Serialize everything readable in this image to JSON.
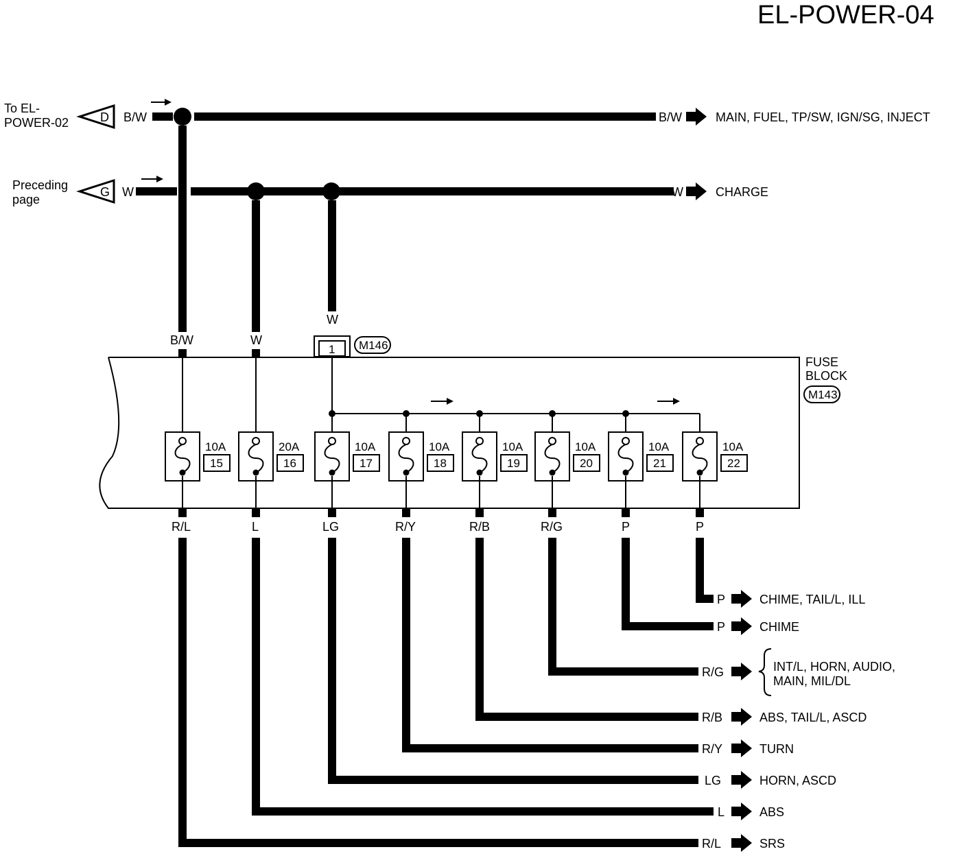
{
  "page_id": "EL-POWER-04",
  "inputs": [
    {
      "source_text_1": "To EL-",
      "source_text_2": "POWER-02",
      "connector": "D",
      "wire": "B/W"
    },
    {
      "source_text_1": "Preceding",
      "source_text_2": "page",
      "connector": "G",
      "wire": "W"
    }
  ],
  "top_outputs": [
    {
      "wire": "B/W",
      "dest": "MAIN, FUEL, TP/SW, IGN/SG, INJECT"
    },
    {
      "wire": "W",
      "dest": "CHARGE"
    }
  ],
  "fuse_block": {
    "label_1": "FUSE",
    "label_2": "BLOCK",
    "connector": "M143",
    "in_wires": [
      "B/W",
      "W"
    ],
    "splice": {
      "wire": "W",
      "pin": "1",
      "connector": "M146"
    }
  },
  "fuses": [
    {
      "amp": "10A",
      "num": "15",
      "out_wire": "R/L"
    },
    {
      "amp": "20A",
      "num": "16",
      "out_wire": "L"
    },
    {
      "amp": "10A",
      "num": "17",
      "out_wire": "LG"
    },
    {
      "amp": "10A",
      "num": "18",
      "out_wire": "R/Y"
    },
    {
      "amp": "10A",
      "num": "19",
      "out_wire": "R/B"
    },
    {
      "amp": "10A",
      "num": "20",
      "out_wire": "R/G"
    },
    {
      "amp": "10A",
      "num": "21",
      "out_wire": "P"
    },
    {
      "amp": "10A",
      "num": "22",
      "out_wire": "P"
    }
  ],
  "outputs": [
    {
      "wire": "P",
      "dest": "CHIME, TAIL/L, ILL"
    },
    {
      "wire": "P",
      "dest": "CHIME"
    },
    {
      "wire": "R/G",
      "dest_line_1": "INT/L, HORN, AUDIO,",
      "dest_line_2": "MAIN, MIL/DL"
    },
    {
      "wire": "R/B",
      "dest": "ABS, TAIL/L, ASCD"
    },
    {
      "wire": "R/Y",
      "dest": "TURN"
    },
    {
      "wire": "LG",
      "dest": "HORN, ASCD"
    },
    {
      "wire": "L",
      "dest": "ABS"
    },
    {
      "wire": "R/L",
      "dest": "SRS"
    }
  ]
}
